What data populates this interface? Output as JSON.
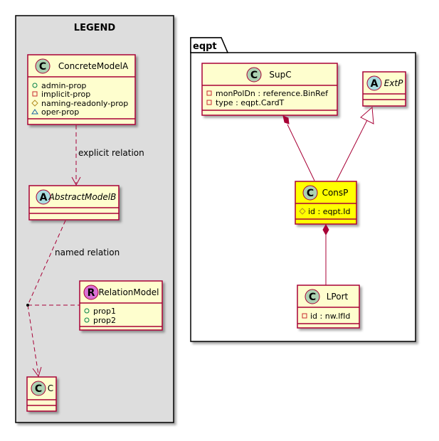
{
  "legend": {
    "title": "LEGEND",
    "concrete": {
      "badge": "C",
      "name": "ConcreteModelA",
      "props": [
        {
          "vis": "public",
          "text": "admin-prop"
        },
        {
          "vis": "private",
          "text": "implicit-prop"
        },
        {
          "vis": "protected",
          "text": "naming-readonly-prop"
        },
        {
          "vis": "package",
          "text": "oper-prop"
        }
      ]
    },
    "abstract": {
      "badge": "A",
      "name": "AbstractModelB"
    },
    "relation_model": {
      "badge": "R",
      "name": "RelationModel",
      "props": [
        "prop1",
        "prop2"
      ]
    },
    "c": {
      "badge": "C",
      "name": "C"
    },
    "explicit_label": "explicit relation",
    "named_label": "named relation"
  },
  "package": {
    "name": "eqpt",
    "supc": {
      "badge": "C",
      "name": "SupC",
      "props": [
        "monPolDn : reference.BinRef",
        "type : eqpt.CardT"
      ]
    },
    "extp": {
      "badge": "A",
      "name": "ExtP"
    },
    "consp": {
      "badge": "C",
      "name": "ConsP",
      "props": [
        "id : eqpt.Id"
      ]
    },
    "lport": {
      "badge": "C",
      "name": "LPort",
      "props": [
        "id : nw.lfId"
      ]
    }
  },
  "colors": {
    "class_fill": "#FEFECE",
    "class_border": "#A80036",
    "highlight_fill": "#FFFF00",
    "legend_bg": "#DDDDDD",
    "badge_c": "#ADD1B2",
    "badge_a": "#A9DCDF",
    "badge_r": "#DA70D6"
  }
}
